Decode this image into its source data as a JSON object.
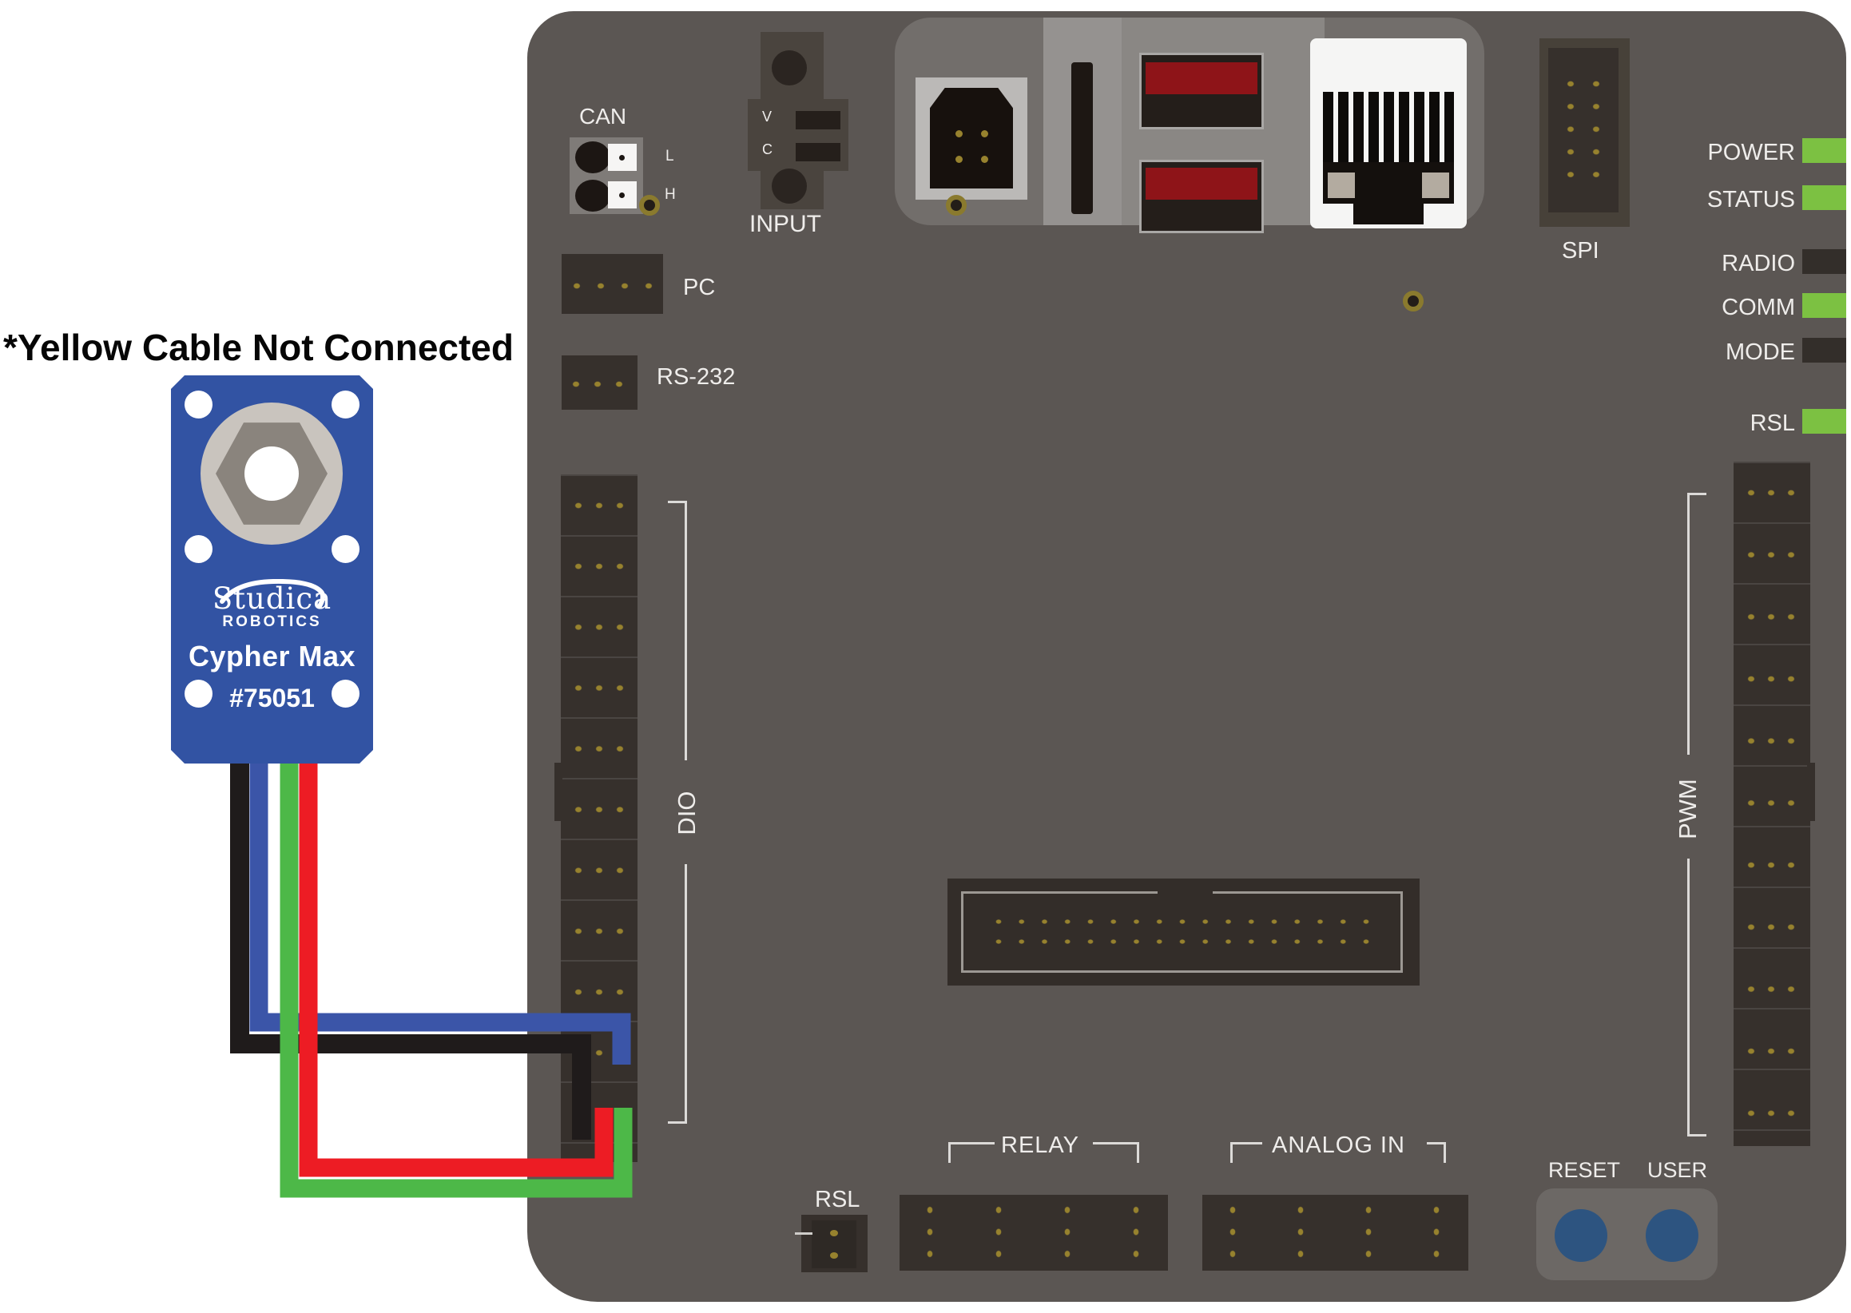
{
  "note": "*Yellow Cable Not Connected",
  "sensor": {
    "brand": "Studica",
    "brand_sub": "ROBOTICS",
    "model": "Cypher Max",
    "part": "#75051"
  },
  "ports": {
    "can": {
      "label": "CAN",
      "pin_low": "L",
      "pin_high": "H"
    },
    "input": {
      "label": "INPUT",
      "pin_v": "V",
      "pin_c": "C"
    },
    "pc": {
      "label": "PC"
    },
    "rs232": {
      "label": "RS-232"
    },
    "dio": {
      "label": "DIO"
    },
    "spi": {
      "label": "SPI"
    },
    "pwm": {
      "label": "PWM"
    },
    "relay": {
      "label": "RELAY"
    },
    "analog_in": {
      "label": "ANALOG IN"
    },
    "rsl_port": {
      "label": "RSL"
    }
  },
  "leds": [
    {
      "label": "POWER",
      "on": true
    },
    {
      "label": "STATUS",
      "on": true
    },
    {
      "label": "RADIO",
      "on": false
    },
    {
      "label": "COMM",
      "on": true
    },
    {
      "label": "MODE",
      "on": false
    },
    {
      "label": "RSL",
      "on": true
    }
  ],
  "buttons": {
    "reset": "RESET",
    "user": "USER"
  },
  "wires": {
    "black": {
      "connected": true
    },
    "blue": {
      "connected": true
    },
    "green": {
      "connected": true
    },
    "red": {
      "connected": true
    },
    "yellow": {
      "connected": false
    }
  },
  "colors": {
    "led_on": "#7cc142",
    "led_off": "#332e2a",
    "sensor_blue": "#3253a3",
    "board_gray": "#5b5653",
    "usb_red": "#8e1418",
    "wire_black": "#1f1b1b",
    "wire_blue": "#3b55a8",
    "wire_green": "#4db848",
    "wire_red": "#ed1c24",
    "button_blue": "#2d5480",
    "pin_gold": "#97822e"
  }
}
